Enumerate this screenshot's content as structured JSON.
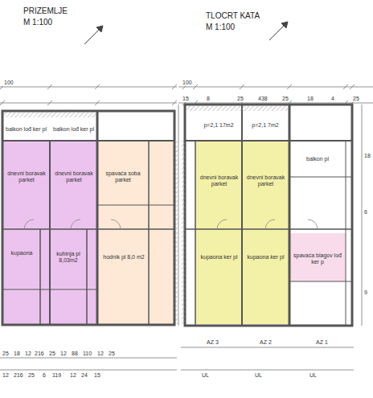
{
  "diagram": {
    "nodes": [
      {
        "text": [
          "balkon lođ ker pl"
        ]
      },
      {
        "text": [
          "balkon lođ ker pl"
        ]
      },
      {
        "text": [
          "dnevni boravak parket"
        ]
      },
      {
        "text": [
          "dnevni boravak parket"
        ]
      },
      {
        "text": [
          "spavaća soba parket"
        ]
      },
      {
        "text": [
          "kupaona"
        ]
      },
      {
        "text": [
          "kuhinja pl 8,03m2"
        ]
      },
      {
        "text": [
          "hodnik pl 8,0 m2"
        ]
      },
      {
        "text": [
          "p=2,1 17m2"
        ]
      },
      {
        "text": [
          "p=2,1 7m2"
        ]
      },
      {
        "text": [
          "dnevni boravak parket"
        ]
      },
      {
        "text": [
          "dnevni boravak parket"
        ]
      },
      {
        "text": [
          "balkon pl"
        ]
      },
      {
        "text": [
          "kupaona ker pl"
        ]
      },
      {
        "text": [
          "kupaona ker pl"
        ]
      },
      {
        "text": [
          "spavaća blagov lođ ker p"
        ]
      }
    ],
    "labels": [
      "PRIZEMLJE",
      "M 1:100",
      "TLOCRT KATA",
      "M 1:100",
      "100",
      "100",
      "15",
      "8",
      "25",
      "438",
      "25",
      "18",
      "4",
      "25",
      "25",
      "18",
      "12",
      "216",
      "25",
      "12",
      "88",
      "110",
      "12",
      "25",
      "12",
      "216",
      "25",
      "6",
      "119",
      "12",
      "24",
      "15",
      "AZ 3",
      "AZ 2",
      "AZ 1",
      "UL",
      "UL",
      "UL",
      "18",
      "6",
      "9"
    ]
  }
}
